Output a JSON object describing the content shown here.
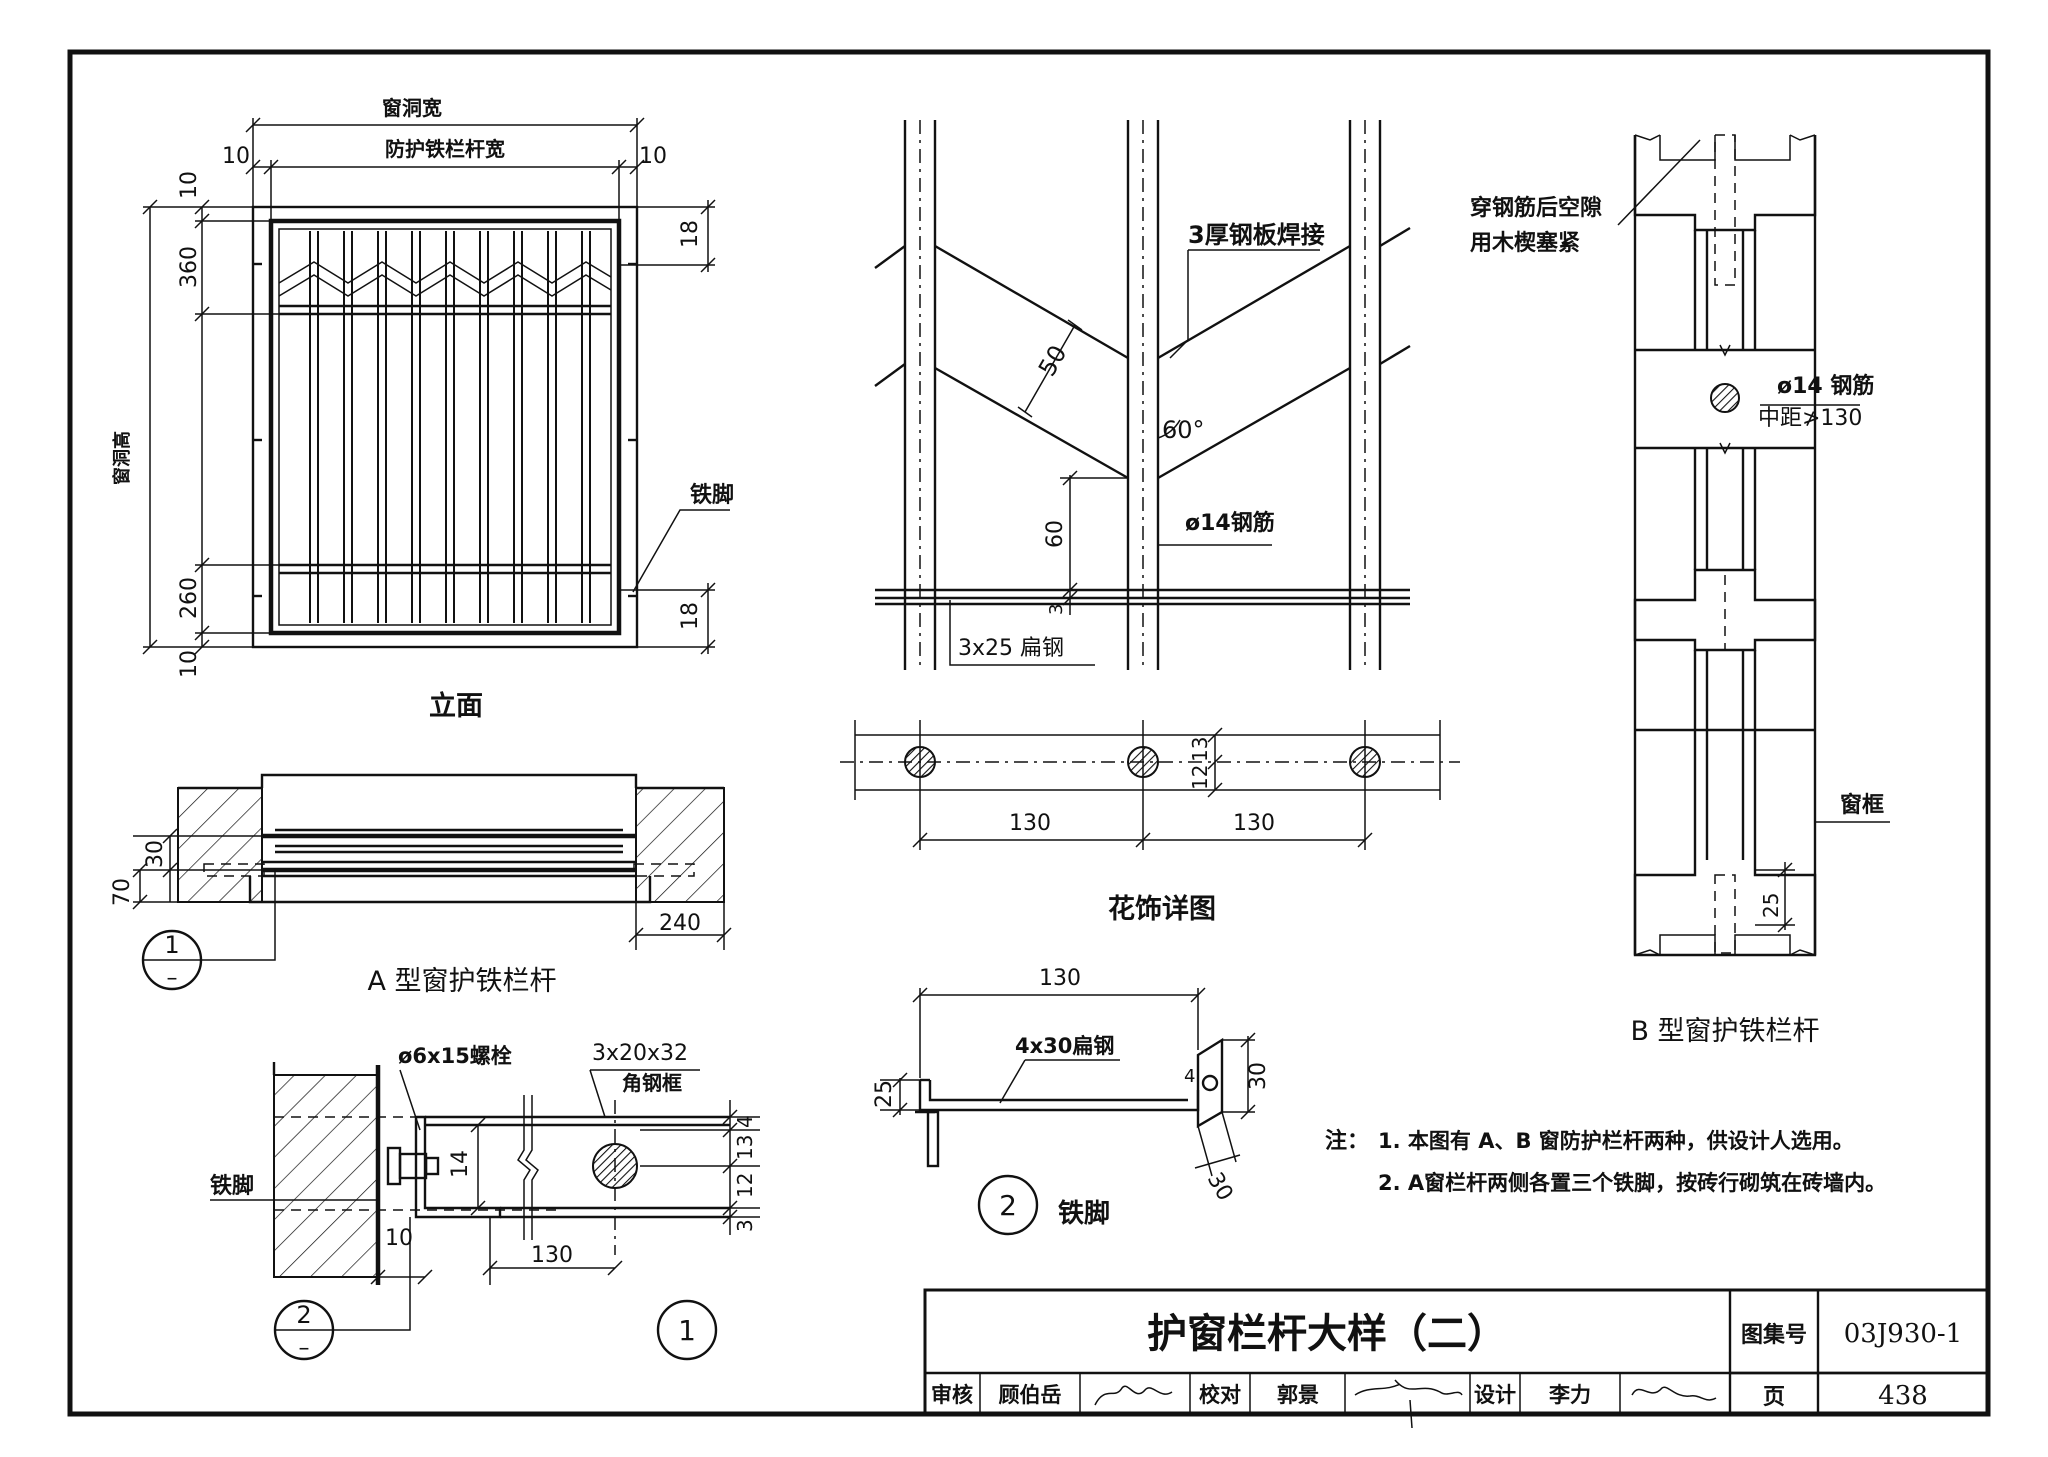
{
  "elevation": {
    "opening_width": "窗洞宽",
    "guard_width": "防护铁栏杆宽",
    "opening_height": "窗洞高",
    "iron_foot": "铁脚",
    "dims": {
      "left_10": "10",
      "right_10": "10",
      "top_10": "10",
      "d360": "360",
      "d260": "260",
      "bottom_10": "10",
      "top_18": "18",
      "bottom_18": "18"
    },
    "caption": "立面"
  },
  "plan_a": {
    "d30": "30",
    "d70": "70",
    "d240": "240",
    "callout_num": "1",
    "callout_den": "–",
    "caption": "A 型窗护铁栏杆"
  },
  "detail1": {
    "bolt": "ø6x15螺栓",
    "angle_size": "3x20x32",
    "angle_frame": "角钢框",
    "iron_foot": "铁脚",
    "d14": "14",
    "d10": "10",
    "d130": "130",
    "r4": "4",
    "r13": "13",
    "r12": "12",
    "r3": "3",
    "callout_num": "2",
    "callout_den": "–",
    "label": "1"
  },
  "ornament": {
    "weld": "3厚钢板焊接",
    "d50": "50",
    "angle": "60°",
    "d60": "60",
    "d3": "3",
    "rebar": "ø14钢筋",
    "flat": "3x25 扁钢",
    "d12": "12",
    "d13": "13",
    "d130a": "130",
    "d130b": "130",
    "caption": "花饰详图"
  },
  "detail2": {
    "d130": "130",
    "flat": "4x30扁钢",
    "d25": "25",
    "d4": "4",
    "d30a": "30",
    "d30b": "30",
    "label": "2",
    "caption": "铁脚"
  },
  "type_b": {
    "note1": "穿钢筋后空隙",
    "note2": "用木楔塞紧",
    "rebar": "ø14 钢筋",
    "spacing": "中距≯130",
    "frame": "窗框",
    "d25": "25",
    "caption": "B 型窗护铁栏杆"
  },
  "notes": {
    "prefix": "注：",
    "n1": "1. 本图有 A、B 窗防护栏杆两种，供设计人选用。",
    "n2": "2. A窗栏杆两侧各置三个铁脚，按砖行砌筑在砖墙内。"
  },
  "title_block": {
    "title": "护窗栏杆大样（二）",
    "atlas_label": "图集号",
    "atlas_no": "03J930-1",
    "review_label": "审核",
    "reviewer": "顾伯岳",
    "check_label": "校对",
    "checker": "郭景",
    "design_label": "设计",
    "designer": "李力",
    "page_label": "页",
    "page_no": "438"
  }
}
